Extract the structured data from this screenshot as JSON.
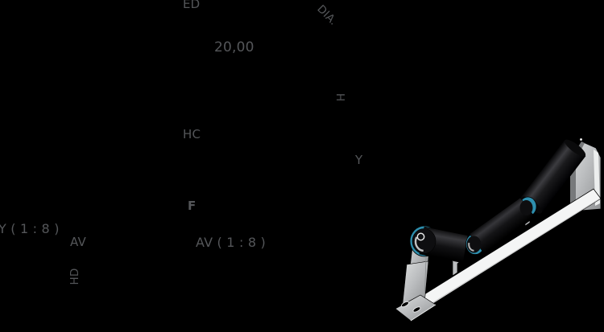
{
  "canvas": {
    "background": "#000000",
    "text_color": "#545659"
  },
  "annotations": {
    "ed": "ED",
    "dia": "DIA.",
    "dim_20": "20,00",
    "h": "H",
    "hc": "HC",
    "y": "Y",
    "f": "F",
    "view_y": "Y ( 1 : 8 )",
    "av": "AV",
    "view_av": "AV ( 1 : 8 )",
    "hd": "HD"
  },
  "model_3d": {
    "name": "troughing-idler-roller-set-3d-view",
    "colors": {
      "roller": "#0e0e10",
      "bearing_ring": "#2e8fae",
      "frame": "#bcbec0",
      "rail": "#f4f5f5"
    }
  }
}
